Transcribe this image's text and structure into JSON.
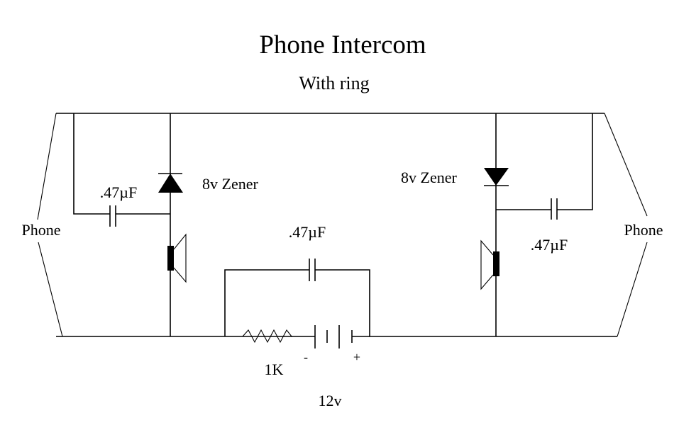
{
  "diagram": {
    "title": "Phone Intercom",
    "subtitle": "With ring",
    "labels": {
      "phone_left": "Phone",
      "phone_right": "Phone",
      "zener_left": "8v Zener",
      "zener_right": "8v Zener",
      "cap_left": ".47µF",
      "cap_middle": ".47µF",
      "cap_right": ".47µF",
      "resistor": "1K",
      "battery_voltage": "12v",
      "battery_minus": "-",
      "battery_plus": "+"
    },
    "components": [
      {
        "type": "phone-connector",
        "label": "Phone",
        "side": "left"
      },
      {
        "type": "capacitor",
        "value": ".47µF",
        "position": "left"
      },
      {
        "type": "zener-diode",
        "value": "8v Zener",
        "position": "left"
      },
      {
        "type": "speaker",
        "position": "left"
      },
      {
        "type": "capacitor",
        "value": ".47µF",
        "position": "middle"
      },
      {
        "type": "resistor",
        "value": "1K",
        "position": "middle"
      },
      {
        "type": "battery",
        "value": "12v",
        "position": "middle"
      },
      {
        "type": "zener-diode",
        "value": "8v Zener",
        "position": "right"
      },
      {
        "type": "capacitor",
        "value": ".47µF",
        "position": "right"
      },
      {
        "type": "speaker",
        "position": "right"
      },
      {
        "type": "phone-connector",
        "label": "Phone",
        "side": "right"
      }
    ],
    "colors": {
      "ink": "#000000",
      "background": "#ffffff"
    }
  }
}
